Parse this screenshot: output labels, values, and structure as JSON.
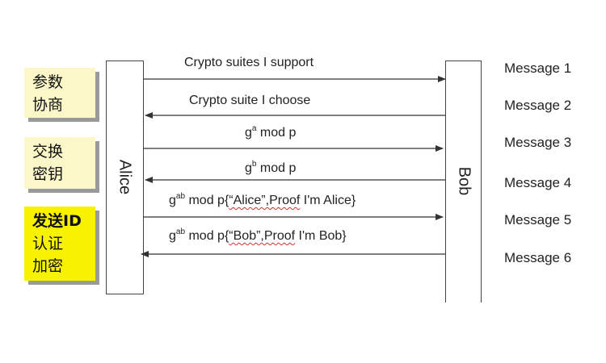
{
  "phases": [
    {
      "lines": [
        "参数",
        "协商"
      ]
    },
    {
      "lines": [
        "交换",
        "密钥"
      ]
    },
    {
      "lines": [
        "发送ID",
        "认证",
        "加密"
      ]
    }
  ],
  "participants": {
    "left": "Alice",
    "right": "Bob"
  },
  "messages": [
    {
      "label": "Crypto suites I support",
      "number": "Message 1"
    },
    {
      "label": "Crypto suite I choose",
      "number": "Message 2"
    },
    {
      "base": "g",
      "sup": "a",
      "rest": " mod p",
      "number": "Message 3"
    },
    {
      "base": "g",
      "sup": "b",
      "rest": " mod p",
      "number": "Message 4"
    },
    {
      "base": "g",
      "sup": "ab",
      "rest": " mod p{",
      "underlined": "“Alice”,Proof",
      "tail": " I'm Alice}",
      "number": "Message 5"
    },
    {
      "base": "g",
      "sup": "ab",
      "rest": " mod p{",
      "underlined": "“Bob”,Proof",
      "tail": " I'm Bob}",
      "number": "Message 6"
    }
  ],
  "colors": {
    "phase_light": "#fbf7c9",
    "phase_yellow": "#f7f200",
    "line": "#333333"
  }
}
